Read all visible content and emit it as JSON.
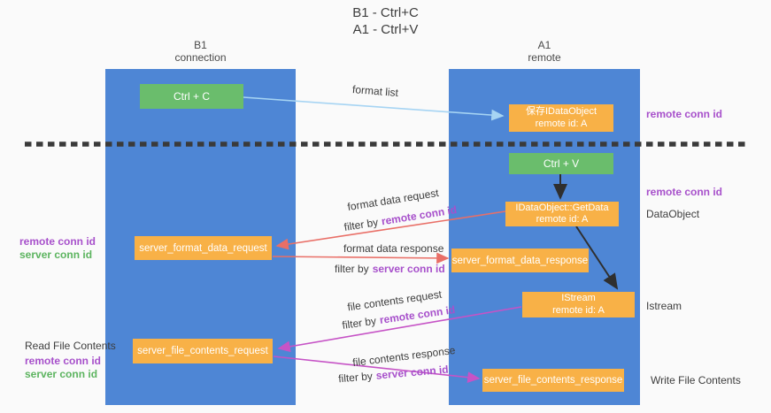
{
  "title": {
    "line1": "B1 - Ctrl+C",
    "line2": "A1 - Ctrl+V"
  },
  "lifelines": {
    "b1": {
      "name": "B1",
      "subtitle": "connection"
    },
    "a1": {
      "name": "A1",
      "subtitle": "remote"
    }
  },
  "nodes": {
    "ctrl_c": {
      "label": "Ctrl + C"
    },
    "ctrl_v": {
      "label": "Ctrl + V"
    },
    "save_dataobject": {
      "line1": "保存IDataObject",
      "line2": "remote id: A"
    },
    "getdata": {
      "line1": "IDataObject::GetData",
      "line2": "remote id: A"
    },
    "istream": {
      "line1": "IStream",
      "line2": "remote id: A"
    },
    "format_request": {
      "label": "server_format_data_request"
    },
    "format_response": {
      "label": "server_format_data_response"
    },
    "file_request": {
      "label": "server_file_contents_request"
    },
    "file_response": {
      "label": "server_file_contents_response"
    }
  },
  "annotations": {
    "remote_conn_id_top": "remote conn id",
    "remote_conn_id_mid": "remote conn id",
    "dataobject": "DataObject",
    "istream": "Istream",
    "write_file_contents": "Write File Contents",
    "read_file_contents": "Read File Contents",
    "left1_remote": "remote conn id",
    "left1_server": "server conn id",
    "left2_remote": "remote conn id",
    "left2_server": "server conn id"
  },
  "arrow_labels": {
    "format_list": "format list",
    "format_data_request": "format data request",
    "filter_by_1": "filter by",
    "filter_remote_1": "remote conn id",
    "format_data_response": "format data response",
    "filter_by_2": "filter by",
    "filter_server_1": "server conn id",
    "file_contents_request": "file contents request",
    "filter_by_3": "filter by",
    "filter_remote_2": "remote conn id",
    "file_contents_response": "file contents response",
    "filter_by_4": "filter by",
    "filter_server_2": "server conn id"
  },
  "colors": {
    "lifeline_blue": "#4e86d5",
    "action_green": "#6abd6c",
    "message_orange": "#f8b147",
    "request_red": "#e96f67",
    "file_magenta": "#c653c6",
    "format_list_blue": "#a6d4f3",
    "black_arrow": "#2f2f2f",
    "separator_dark": "#3a3a3a",
    "remote_purple": "#a750cb",
    "server_green": "#5cb45f",
    "text_dark": "#3d3d3d",
    "background": "#fafafa"
  }
}
